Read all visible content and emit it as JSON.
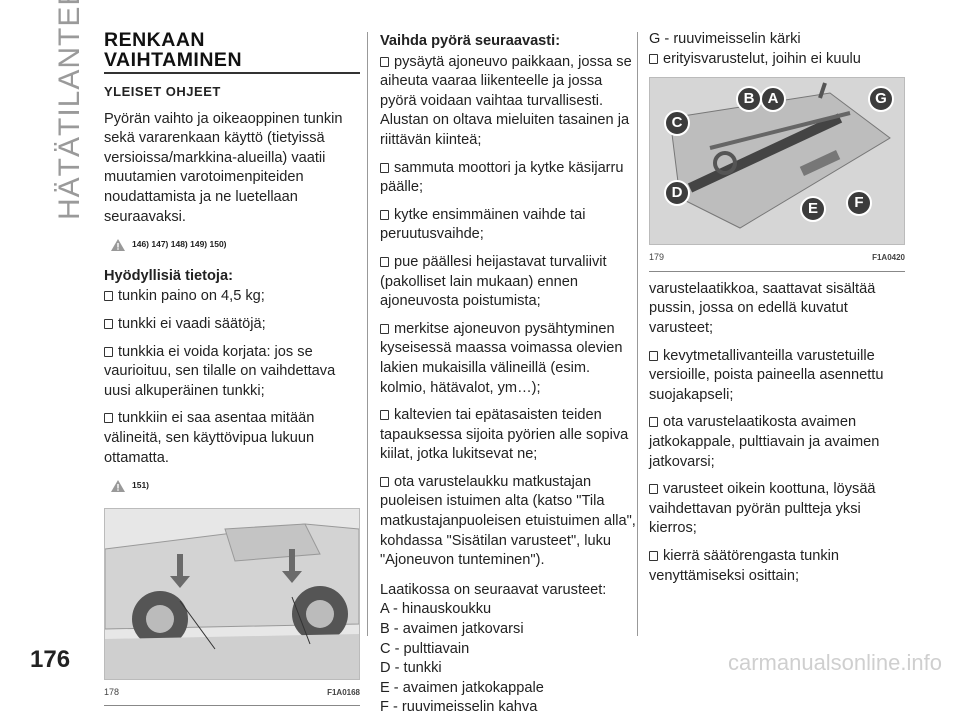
{
  "sidebar": {
    "section": "HÄTÄTILANTEET"
  },
  "page_number": "176",
  "col1": {
    "title_line1": "RENKAAN",
    "title_line2": "VAIHTAMINEN",
    "subtitle": "YLEISET OHJEET",
    "intro": "Pyörän vaihto ja oikeaoppinen tunkin sekä vararenkaan käyttö (tietyissä versioissa/markkina-alueilla) vaatii muutamien varotoimenpiteiden noudattamista ja ne luetellaan seuraavaksi.",
    "warn1": "146) 147) 148) 149) 150)",
    "useful_heading": "Hyödyllisiä tietoja:",
    "useful": [
      "tunkin paino on 4,5 kg;",
      "tunkki ei vaadi säätöjä;",
      "tunkkia ei voida korjata: jos se vaurioituu, sen tilalle on vaihdettava uusi alkuperäinen tunkki;",
      "tunkkiin ei saa asentaa mitään välineitä, sen käyttövipua lukuun ottamatta."
    ],
    "warn2": "151)",
    "figure": {
      "number": "178",
      "code": "F1A0168"
    }
  },
  "col2": {
    "heading": "Vaihda pyörä seuraavasti:",
    "steps": [
      "pysäytä ajoneuvo paikkaan, jossa se aiheuta vaaraa liikenteelle ja jossa pyörä voidaan vaihtaa turvallisesti. Alustan on oltava mieluiten tasainen ja riittävän kiinteä;",
      "sammuta moottori ja kytke käsijarru päälle;",
      "kytke ensimmäinen vaihde tai peruutusvaihde;",
      "pue päällesi heijastavat turvaliivit (pakolliset lain mukaan) ennen ajoneuvosta poistumista;",
      "merkitse ajoneuvon pysähtyminen kyseisessä maassa voimassa olevien lakien mukaisilla välineillä (esim. kolmio, hätävalot, ym…);",
      "kaltevien tai epätasaisten teiden tapauksessa sijoita pyörien alle sopiva kiilat, jotka lukitsevat ne;",
      "ota varustelaukku matkustajan puoleisen istuimen alta (katso \"Tila matkustajanpuoleisen etuistuimen alla\", kohdassa \"Sisätilan varusteet\", luku \"Ajoneuvon tunteminen\")."
    ],
    "kit_intro": "Laatikossa on seuraavat varusteet:",
    "kit": [
      "A - hinauskoukku",
      "B - avaimen jatkovarsi",
      "C - pulttiavain",
      "D - tunkki",
      "E - avaimen jatkokappale",
      "F - ruuvimeisselin kahva"
    ]
  },
  "col3": {
    "kit_more": [
      "G - ruuvimeisselin kärki"
    ],
    "kit_more_bullet": "erityisvarustelut, joihin ei kuulu",
    "figure": {
      "number": "179",
      "code": "F1A0420",
      "labels": [
        "A",
        "B",
        "C",
        "D",
        "E",
        "F",
        "G"
      ]
    },
    "continue": "varustelaatikkoa, saattavat sisältää pussin, jossa on edellä kuvatut varusteet;",
    "steps": [
      "kevytmetallivanteilla varustetuille versioille, poista paineella asennettu suojakapseli;",
      "ota varustelaatikosta avaimen jatkokappale, pulttiavain ja avaimen jatkovarsi;",
      "varusteet oikein koottuna, löysää vaihdettavan pyörän pultteja yksi kierros;",
      "kierrä säätörengasta tunkin venyttämiseksi osittain;"
    ]
  },
  "footer_watermark": "carmanualsonline.info"
}
